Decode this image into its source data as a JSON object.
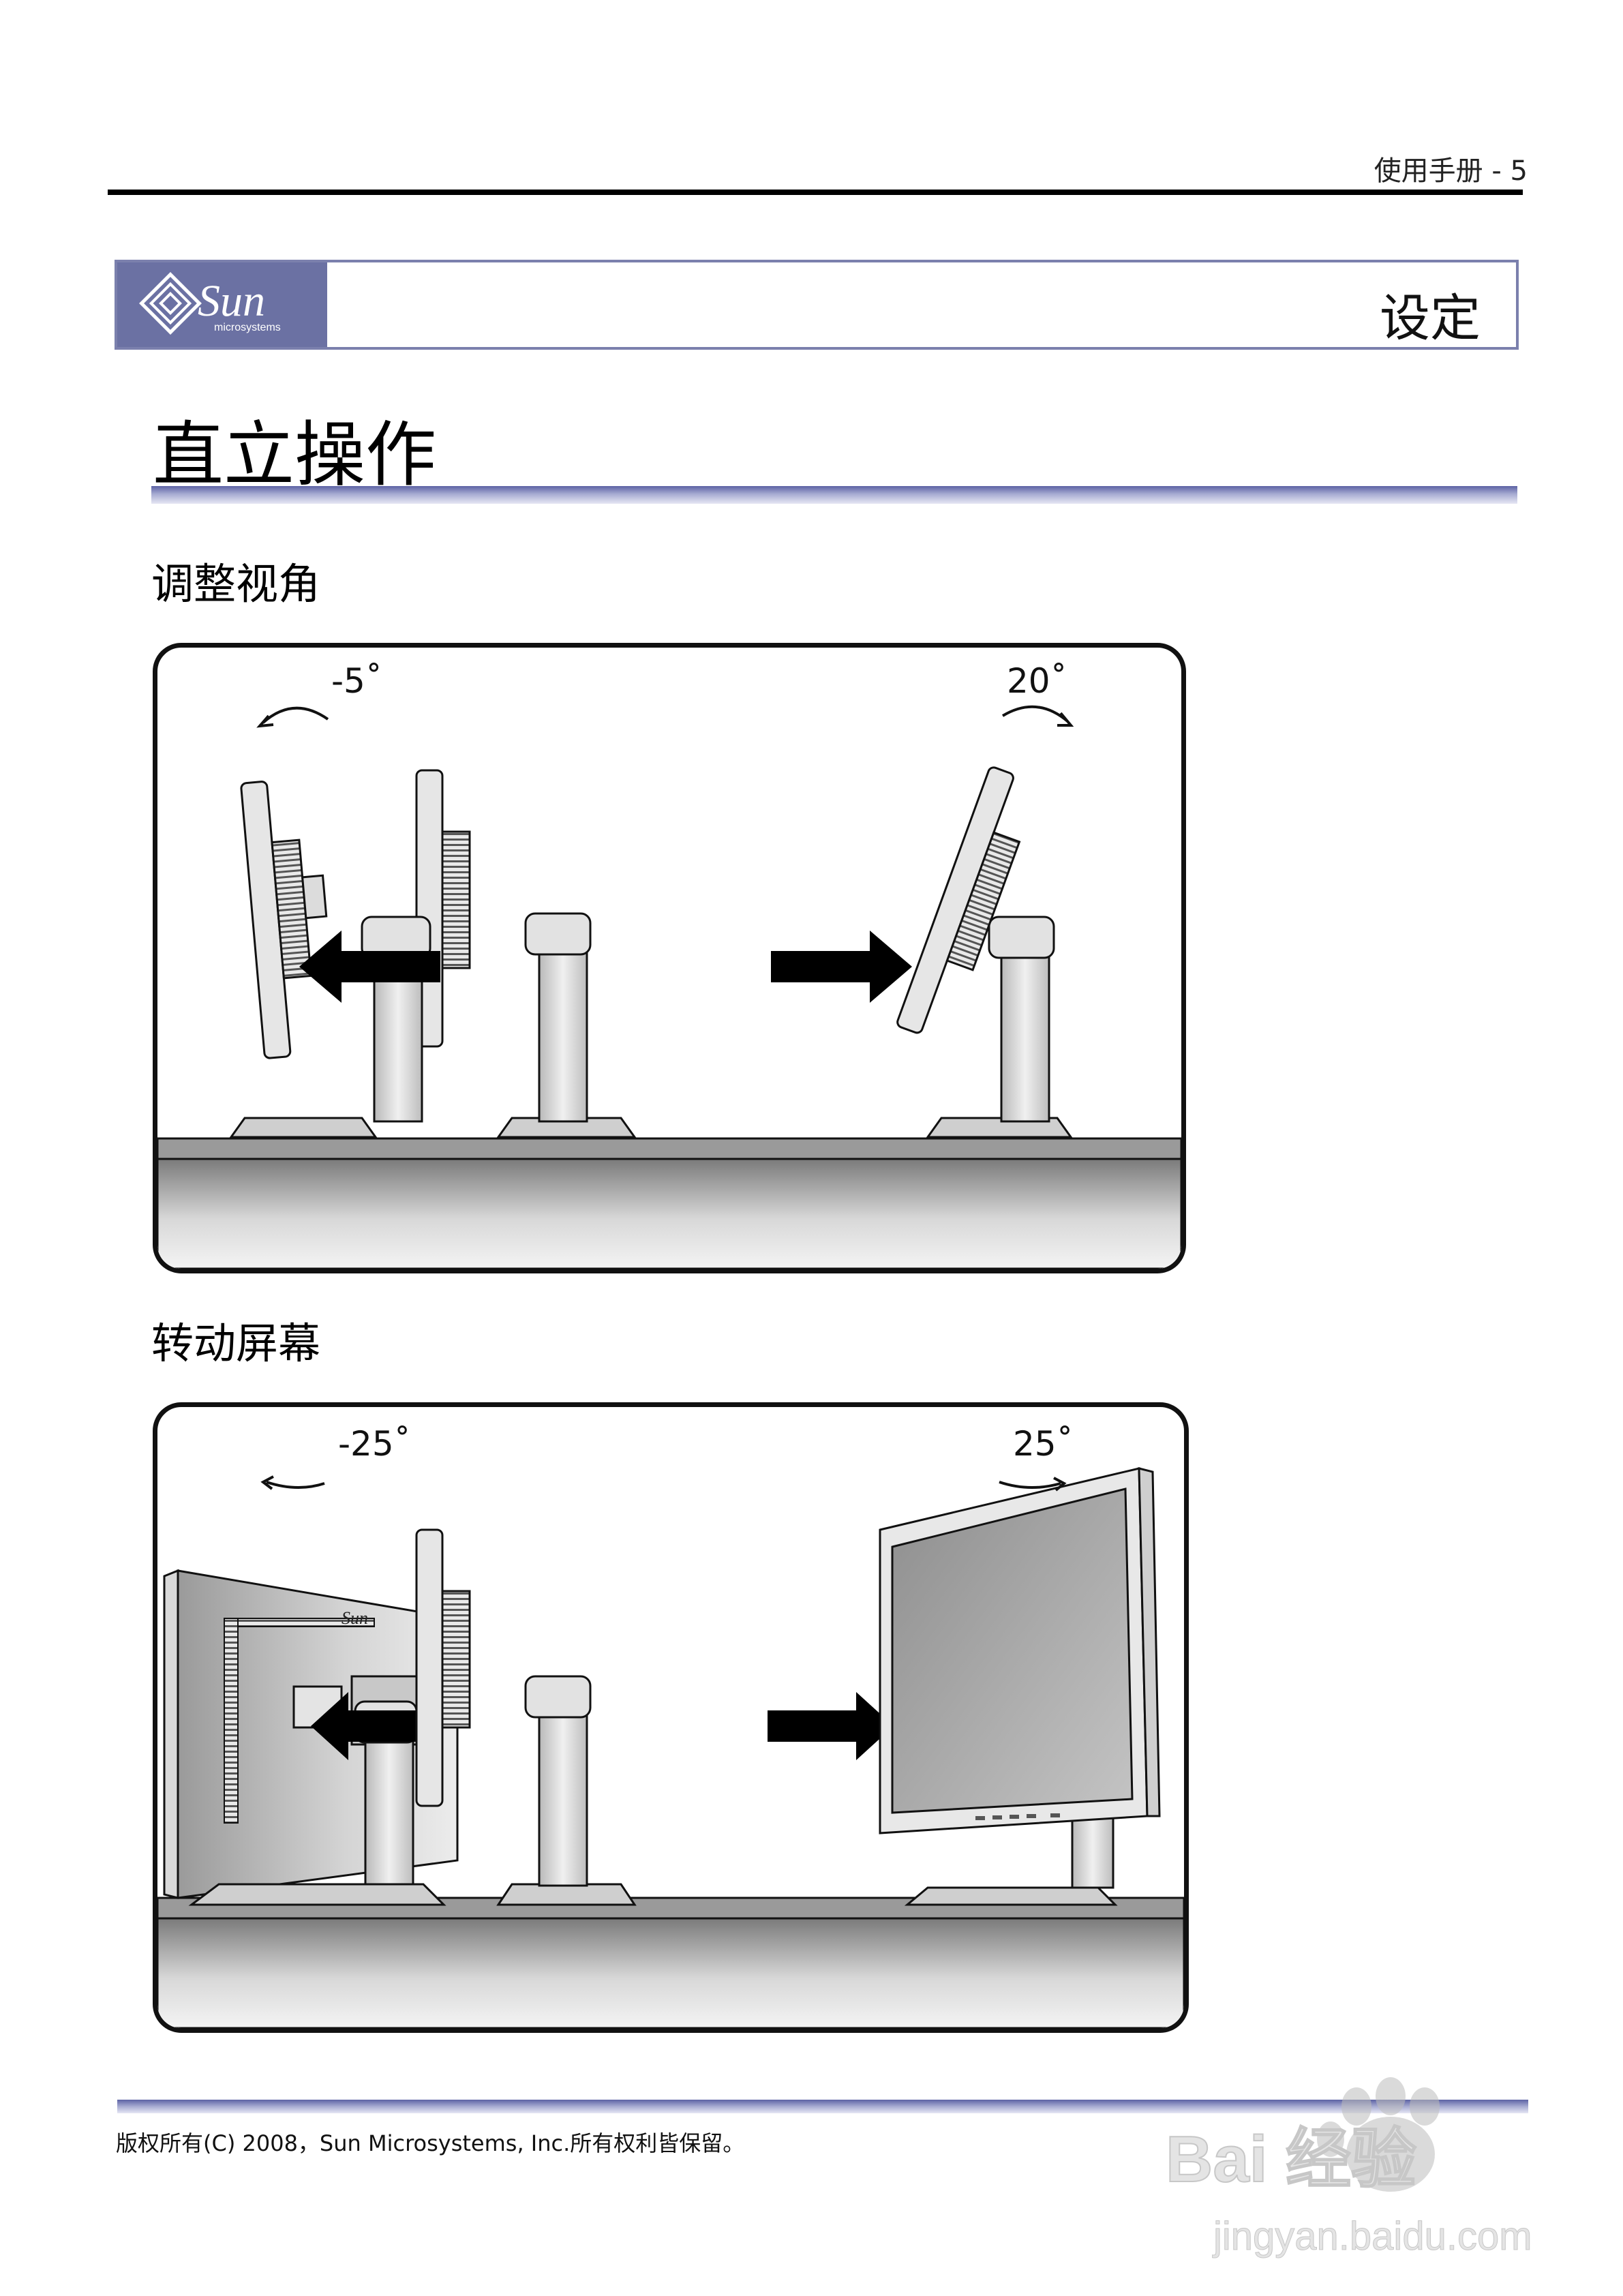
{
  "header": {
    "page_label": "使用手册  - 5"
  },
  "section": {
    "title": "设定",
    "logo_text": "Sun",
    "logo_subtext": "microsystems"
  },
  "page_title": "直立操作",
  "figure1": {
    "heading": "调整视角",
    "angle_left": "-5˚",
    "angle_right": "20˚"
  },
  "figure2": {
    "heading": "转动屏幕",
    "angle_left": "-25˚",
    "angle_right": "25˚",
    "monitor_logo": "Sun"
  },
  "footer": {
    "copyright": "版权所有(C) 2008，Sun Microsystems, Inc.所有权利皆保留。"
  },
  "watermark": {
    "brand": "Bai  经验",
    "url": "jingyan.baidu.com"
  }
}
